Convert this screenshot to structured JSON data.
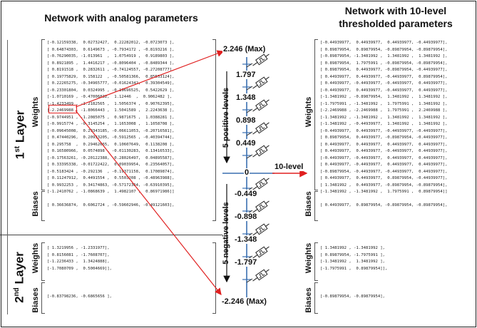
{
  "titles": {
    "left": "Network with analog parameters",
    "right_line1": "Network with 10-level",
    "right_line2": "thresholded parameters"
  },
  "layers": {
    "first": {
      "number": "1",
      "suffix": "st",
      "word": "Layer"
    },
    "second": {
      "number": "2",
      "suffix": "nd",
      "word": "Layer"
    }
  },
  "row_labels": {
    "weights": "Weights",
    "biases": "Biases"
  },
  "analog": {
    "l1_weights": [
      "[-0.12159338,  0.02732427,  0.22282012, -0.0723073 ],",
      "[ 0.64874303,  0.6149673 , -0.7934172 , -0.8193216 ],",
      "[-0.76290035, -1.013961  ,  1.0754919 ,  0.9189803 ],",
      "[ 0.8921895 ,  1.4416217 , -0.8096404 , -0.8489344 ],",
      "[ 0.8191518 ,  0.2832611 , -0.74124557, -0.27208777],",
      "[ 0.19775829,  0.158122  , -0.50581366,  0.85533124],",
      "[ 0.22265275, -0.34965777, -0.01624342,  0.39304549],",
      "[-0.23301804,  0.0324995 , -0.19696525,  0.5422629 ],",
      "[-1.0710169 , -0.47006832,  1.12446  ,  0.9062482 ],",
      "[-1.4233499 , -1.2182565 ,  1.5056374 ,  0.90762395],",
      "[-2.2469988 , -1.8066443 ,  1.5041589 ,  2.2243638 ],",
      "[-0.9744951 , -1.2085075 ,  0.9871675 ,  1.0388281 ],",
      "[-0.9915774 , -0.3145254 ,  1.1653008 ,  1.1058708 ],",
      "[-0.09645008,  0.29343185, -0.06611053, -0.20716581],",
      "[ 0.47440296,  0.20933205, -0.5912565 , -0.40394744],",
      "[ 0.295758  ,  0.29462665,  0.10607649,  0.1138208 ],",
      "[ 0.16580966,  0.0574898 , -0.01130283,  0.13416533],",
      "[-0.17563261, -0.20122388,  0.28026497,  0.04895587],",
      "[ 0.33395338, -0.01722422,  0.09039954,  0.23564057],",
      "[-0.5183424 , -0.292136  , -0.19371158,  0.17089874],",
      "[ 0.11247912,  0.4491554 ,  0.5503208 , -0.48963988],",
      "[ 0.9932253 ,  0.34174863, -0.57172364, -0.63910395],",
      "[-1.2410762 , -1.0868639 ,  1.4982107 ,  0.86971986]]"
    ],
    "l1_biases": [
      "[ 0.36636874,  0.6062724 , -0.59602946, -0.49121603],"
    ],
    "l2_weights": [
      "[ 1.3219956 , -1.2331977],",
      "[ 0.8156081 , -1.7608707],",
      "[-1.2236433 ,  1.3424888],",
      "[-1.7080709 ,  0.5004669]],"
    ],
    "l2_biases": [
      "[-0.83798236, -0.6865656 ],"
    ]
  },
  "quantized": {
    "l1_weights": [
      "[-0.44939977,  0.44939977,  0.44939977, -0.44939977],",
      "[ 0.89879954,  0.89879954, -0.89879954, -0.89879954],",
      "[-0.89879954, -1.3481992 ,  1.3481992 ,  1.3481992 ],",
      "[ 0.89879954,  1.7975991 , -0.89879954, -0.89879954],",
      "[ 0.89879954,  0.44939977, -0.89879954, -0.44939977],",
      "[ 0.44939977,  0.44939977, -0.44939977,  0.89879954],",
      "[ 0.44939977, -0.44939977, -0.44939977,  0.44939977],",
      "[-0.44939977,  0.44939977, -0.44939977,  0.44939977],",
      "[-1.3481992 , -0.89879954,  1.3481992 ,  1.3481992 ],",
      "[-1.7975991 , -1.3481992 ,  1.7975991 ,  1.3481992 ],",
      "[-2.2469988 , -2.2469988 ,  1.7975991 ,  2.2469988 ],",
      "[-1.3481992 , -1.3481992 ,  1.3481992 ,  1.3481992 ],",
      "[-1.3481992 , -0.44939977,  1.3481992 ,  1.3481992 ],",
      "[-0.44939977,  0.44939977, -0.44939977, -0.44939977],",
      "[ 0.89879954,  0.44939977, -0.89879954, -0.44939977],",
      "[ 0.44939977,  0.44939977,  0.44939977,  0.44939977],",
      "[ 0.44939977,  0.44939977, -0.44939977,  0.44939977],",
      "[-0.44939977, -0.44939977,  0.44939977,  0.44939977],",
      "[ 0.44939977, -0.44939977,  0.44939977,  0.44939977],",
      "[-0.89879954, -0.44939977, -0.44939977,  0.44939977],",
      "[ 0.44939977,  0.44939977,  0.89879954, -0.44939977],",
      "[ 1.3481992 ,  0.44939977, -0.89879954, -0.89879954],",
      "[-1.3481992 , -1.3481992 ,  1.7975991 ,  0.89879954]]"
    ],
    "l1_biases": [
      "[ 0.44939977,  0.89879954, -0.89879954, -0.89879954],"
    ],
    "l2_weights": [
      "[ 1.3481992 , -1.3481992 ],",
      "[ 0.89879954, -1.7975991 ],",
      "[-1.3481992 ,  1.3481992 ],",
      "[-1.7975991 ,  0.89879954]],"
    ],
    "l2_biases": [
      "[-0.89879954, -0.89879954],"
    ]
  },
  "scale": {
    "top_label": "2.246 (Max)",
    "bottom_label": "-2.246 (Max)",
    "positive_levels": [
      "1.797",
      "1.348",
      "0.898",
      "0.449"
    ],
    "zero": "0",
    "negative_levels": [
      "-0.449",
      "-0.898",
      "-1.348",
      "-1.797"
    ],
    "positive_caption": "5 positive levels",
    "negative_caption": "5 negative levels",
    "output_label": "10-level"
  },
  "colors": {
    "arrow": "#e02020",
    "highlight_box": "#e02020",
    "scale_line": "#3a6fb0",
    "memristor": "#222222"
  }
}
